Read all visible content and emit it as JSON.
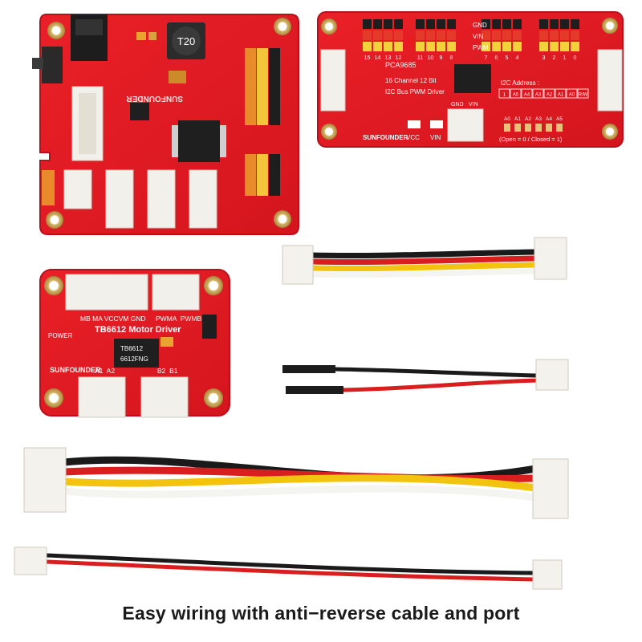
{
  "caption": "Easy wiring with anti−reverse cable and port",
  "colors": {
    "board_red": "#e31b23",
    "board_edge": "#b8101a",
    "connector_white": "#f2f0ea",
    "wire_black": "#1a1a1a",
    "wire_red": "#d81e1e",
    "wire_yellow": "#f2c40f",
    "wire_white": "#f4f4f0"
  },
  "hat_board": {
    "inductor_label": "T20",
    "brand": "SUNFOUNDER"
  },
  "pca9685_board": {
    "rail_labels": [
      "GND",
      "VIN",
      "PWM"
    ],
    "channel_labels": [
      "15",
      "14",
      "13",
      "12",
      "11",
      "10",
      "9",
      "8",
      "7",
      "6",
      "5",
      "4",
      "3",
      "2",
      "1",
      "0"
    ],
    "chip": "PCA9685",
    "desc_line1": "16 Channel 12 Bit",
    "desc_line2": "I2C Bus PWM Driver",
    "addr_title": "I2C Address :",
    "addr_bits": [
      "1",
      "A5",
      "A4",
      "A3",
      "A2",
      "A1",
      "A0",
      "R/W"
    ],
    "jumper_labels": [
      "A0",
      "A1",
      "A2",
      "A3",
      "A4",
      "A5"
    ],
    "open_closed": "(Open = 0 / Closed = 1)",
    "power_labels": [
      "GND",
      "VIN"
    ],
    "vcc": "VCC",
    "vin": "VIN",
    "brand": "SUNFOUNDER"
  },
  "motor_board": {
    "pin_labels": "MB MA VCCVM GND",
    "pwm_labels": "PWMA  PWMB",
    "title": "TB6612 Motor Driver",
    "power": "POWER",
    "chip_line1": "TB6612",
    "chip_line2": "6612FNG",
    "brand": "SUNFOUNDER",
    "out_left": "A1  A2",
    "out_right": "B2  B1"
  }
}
